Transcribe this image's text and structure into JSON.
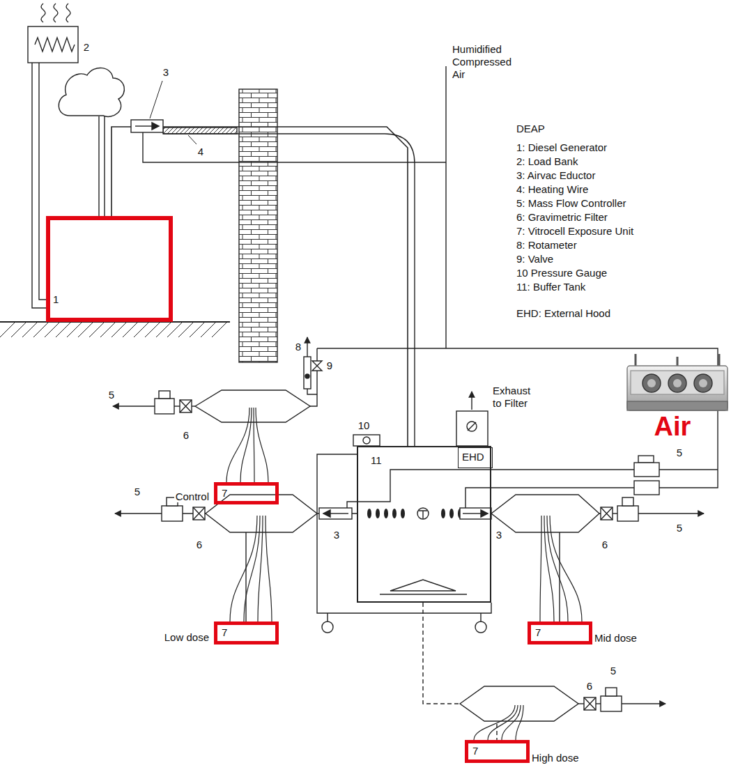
{
  "diagram": {
    "nodes": [
      {
        "text": [
          "1"
        ]
      },
      {
        "text": [
          "11"
        ]
      },
      {
        "text": [
          "EHD"
        ],
        "in": 1
      },
      {
        "text": [
          "Control",
          "7"
        ]
      },
      {
        "text": [
          "Low dose",
          "7"
        ]
      },
      {
        "text": [
          "7",
          "Mid dose"
        ]
      },
      {
        "text": [
          "7",
          "High dose"
        ]
      }
    ],
    "edges": [
      {
        "from": 0,
        "to": 1,
        "arrow": "none"
      },
      {
        "from": 1,
        "to": 4,
        "arrow": "none"
      },
      {
        "from": 1,
        "to": 5,
        "arrow": "none"
      },
      {
        "from": 1,
        "to": 6,
        "arrow": "none"
      }
    ],
    "labels": [
      "2",
      "3",
      "4",
      "Humidified Compressed Air",
      "DEAP",
      "1: Diesel Generator",
      "2: Load Bank",
      "3: Airvac Eductor",
      "4: Heating Wire",
      "5: Mass Flow Controller",
      "6: Gravimetric Filter",
      "7: Vitrocell Exposure Unit",
      "8: Rotameter",
      "9: Valve",
      "10 Pressure Gauge",
      "11: Buffer Tank",
      "EHD: External Hood",
      "8",
      "9",
      "5",
      "6",
      "10",
      "Exhaust to Filter",
      "Air",
      "5",
      "5",
      "6",
      "3",
      "3",
      "6",
      "5",
      "5",
      "6"
    ]
  }
}
